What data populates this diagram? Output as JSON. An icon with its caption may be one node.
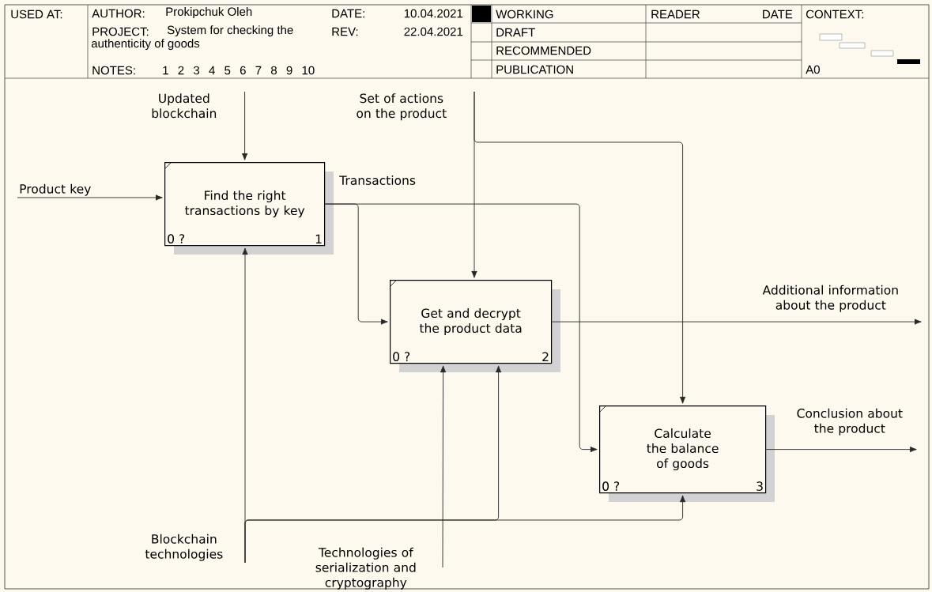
{
  "diagram": {
    "nodes": [
      {
        "text": [
          "Find the right transactions by key",
          "0 ?",
          "1"
        ]
      },
      {
        "text": [
          "Get and decrypt the product data",
          "0 ?",
          "2"
        ]
      },
      {
        "text": [
          "Calculate the balance of goods",
          "0 ?",
          "3"
        ]
      },
      {
        "text": [
          "Product key"
        ]
      },
      {
        "text": [
          "Updated blockchain"
        ]
      },
      {
        "text": [
          "Set of actions on the product"
        ]
      },
      {
        "text": [
          "Blockchain technologies"
        ]
      },
      {
        "text": [
          "Technologies of serialization and cryptography"
        ]
      },
      {
        "text": [
          "Additional information about the product"
        ]
      },
      {
        "text": [
          "Conclusion about the product"
        ]
      }
    ],
    "edges": [
      {
        "from": 3,
        "to": 0,
        "arrow": "to"
      },
      {
        "from": 4,
        "to": 0,
        "arrow": "to"
      },
      {
        "from": 5,
        "to": 1,
        "arrow": "to"
      },
      {
        "from": 5,
        "to": 2,
        "arrow": "to"
      },
      {
        "from": 0,
        "to": 1,
        "arrow": "to",
        "label": "Transactions"
      },
      {
        "from": 0,
        "to": 2,
        "arrow": "to"
      },
      {
        "from": 6,
        "to": 0,
        "arrow": "to"
      },
      {
        "from": 6,
        "to": 1,
        "arrow": "to"
      },
      {
        "from": 6,
        "to": 2,
        "arrow": "to"
      },
      {
        "from": 7,
        "to": 1,
        "arrow": "to"
      },
      {
        "from": 1,
        "to": 8,
        "arrow": "to"
      },
      {
        "from": 2,
        "to": 9,
        "arrow": "to"
      }
    ],
    "labels": [
      "USED AT:",
      "AUTHOR:",
      "Prokipchuk Oleh",
      "DATE:",
      "10.04.2021",
      "PROJECT:",
      "System for checking the authenticity of goods",
      "REV:",
      "22.04.2021",
      "NOTES:",
      "1 2 3 4 5 6 7 8 9 10",
      "WORKING",
      "READER",
      "DATE",
      "CONTEXT:",
      "DRAFT",
      "RECOMMENDED",
      "PUBLICATION",
      "A0"
    ]
  }
}
